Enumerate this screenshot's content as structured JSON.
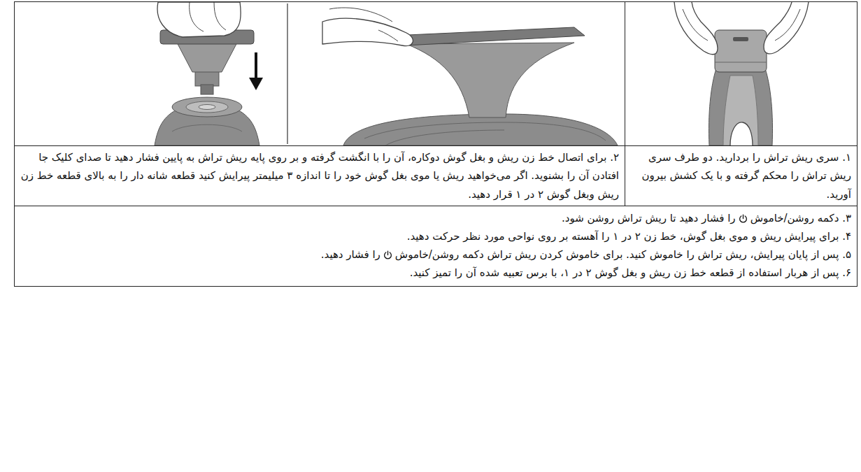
{
  "diagram": {
    "labels": [
      "۱. سری ریش تراش را بردارید. دو طرف سری ریش تراش را محکم گرفته و با یک کشش بیرون آورید.",
      "۲. برای اتصال خط زن ریش و بغل گوش دوکاره، آن را با انگشت گرفته و بر روی پایه ریش تراش به پایین فشار دهید تا صدای کلیک جا افتادن آن را بشنوید. اگر می‌خواهید ریش یا موی بغل گوش خود را تا اندازه ۳ میلیمتر پیرایش کنید قطعه شانه دار را به بالای قطعه خط زن ریش وبغل گوش ۲ در ۱ قرار دهید.",
      "۳. دکمه روشن/خاموش",
      "را فشار دهید تا ریش تراش روشن شود.",
      "۴. برای پیرایش ریش و موی بغل گوش، خط زن ۲ در ۱ را آهسته بر روی نواحی مورد نظر حرکت دهید.",
      "۵. پس از پایان پیرایش، ریش تراش را خاموش کنید. برای خاموش کردن ریش تراش دکمه روشن/خاموش",
      "را فشار دهید.",
      "۶. پس از هربار استفاده از قطعه خط زن ریش و بغل گوش ۲ در ۱، با برس تعبیه شده آن را تمیز کنید."
    ]
  }
}
